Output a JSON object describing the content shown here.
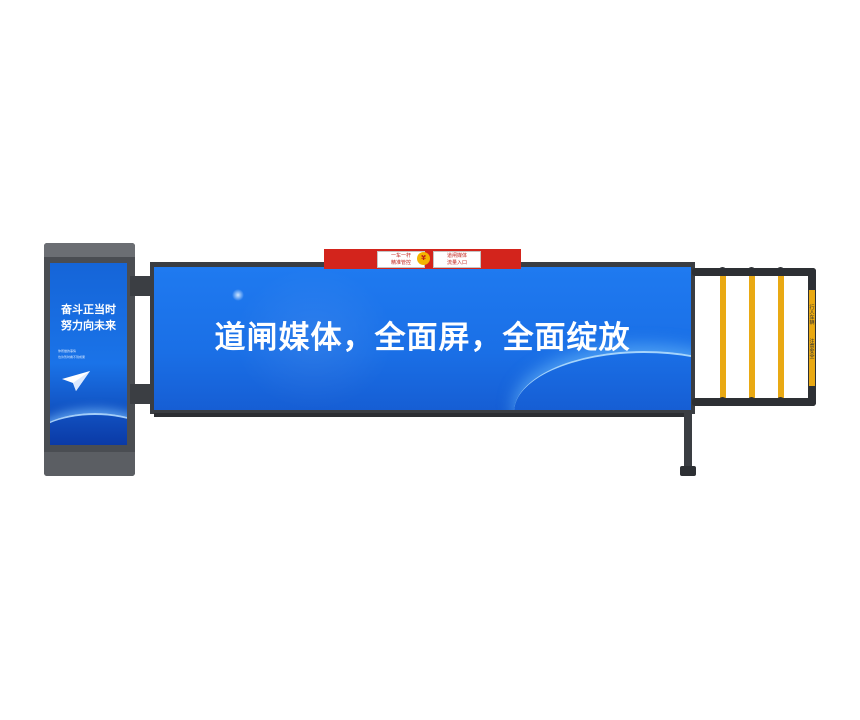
{
  "cabinet": {
    "headline_line1": "奋斗正当时",
    "headline_line2": "努力向未来",
    "small_text_line1": "你所做的事情",
    "small_text_line2": "也许暂时看不到成果",
    "icon": "paper-plane-icon"
  },
  "panel": {
    "slogan": "道闸媒体，全面屏，全面绽放"
  },
  "sign": {
    "left_line1": "一车一杆",
    "left_line2": "精准管控",
    "right_line1": "道闸媒体",
    "right_line2": "流量入口",
    "badge_icon": "coin-icon"
  },
  "fence": {
    "label_line1": "行人车辆",
    "label_line2": "注意安全"
  },
  "colors": {
    "screen_blue": "#1a73e8",
    "frame_gray": "#3a3d42",
    "sign_red": "#d3241c",
    "fence_yellow": "#e9a913"
  }
}
